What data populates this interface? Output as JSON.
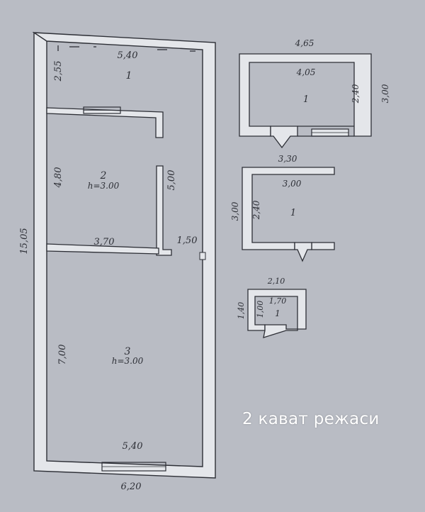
{
  "caption": "2 кават режаси",
  "colors": {
    "paper": "#b9bcc4",
    "wall": "#e4e6ea",
    "ink": "#2d2f36",
    "caption": "#ffffff"
  },
  "main_plan": {
    "overall_length": "15,05",
    "overall_width": "6,20",
    "corridor_width": "1,50",
    "rooms": [
      {
        "number": "1",
        "width": "5,40",
        "depth": "2,55"
      },
      {
        "number": "2",
        "height": "h=3.00",
        "width": "3,70",
        "depth": "4,80",
        "side_depth": "5,00"
      },
      {
        "number": "3",
        "height": "h=3.00",
        "width": "5,40",
        "depth": "7,00"
      }
    ]
  },
  "entrance_a": {
    "outer_width": "4,65",
    "inner_width": "4,05",
    "inner_depth": "2,40",
    "outer_depth": "3,00",
    "room_number": "1"
  },
  "entrance_b": {
    "outer_width": "3,30",
    "inner_width": "3,00",
    "inner_depth": "2,40",
    "outer_depth": "3,00",
    "room_number": "1"
  },
  "entrance_c": {
    "outer_width": "2,10",
    "inner_width": "1,70",
    "inner_depth": "1,00",
    "outer_depth": "1,40",
    "room_number": "1"
  }
}
